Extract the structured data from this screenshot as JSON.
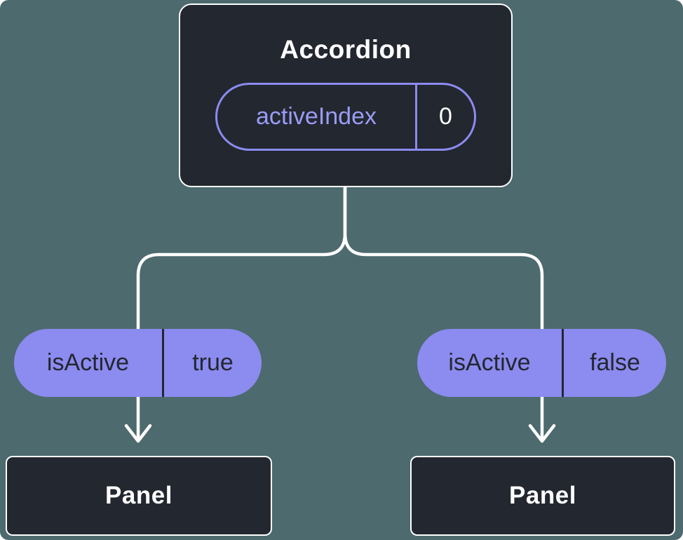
{
  "colors": {
    "bg": "#4d6a6e",
    "node": "#23272f",
    "accent": "#8b8bf0",
    "accent-text": "#9a9cf5",
    "on-accent": "#23272f",
    "value-light": "#ffffff",
    "text": "#ffffff",
    "line": "#ffffff"
  },
  "root": {
    "title": "Accordion",
    "state": {
      "name": "activeIndex",
      "value": "0"
    }
  },
  "branches": [
    {
      "prop": {
        "name": "isActive",
        "value": "true"
      },
      "child": {
        "title": "Panel"
      }
    },
    {
      "prop": {
        "name": "isActive",
        "value": "false"
      },
      "child": {
        "title": "Panel"
      }
    }
  ]
}
